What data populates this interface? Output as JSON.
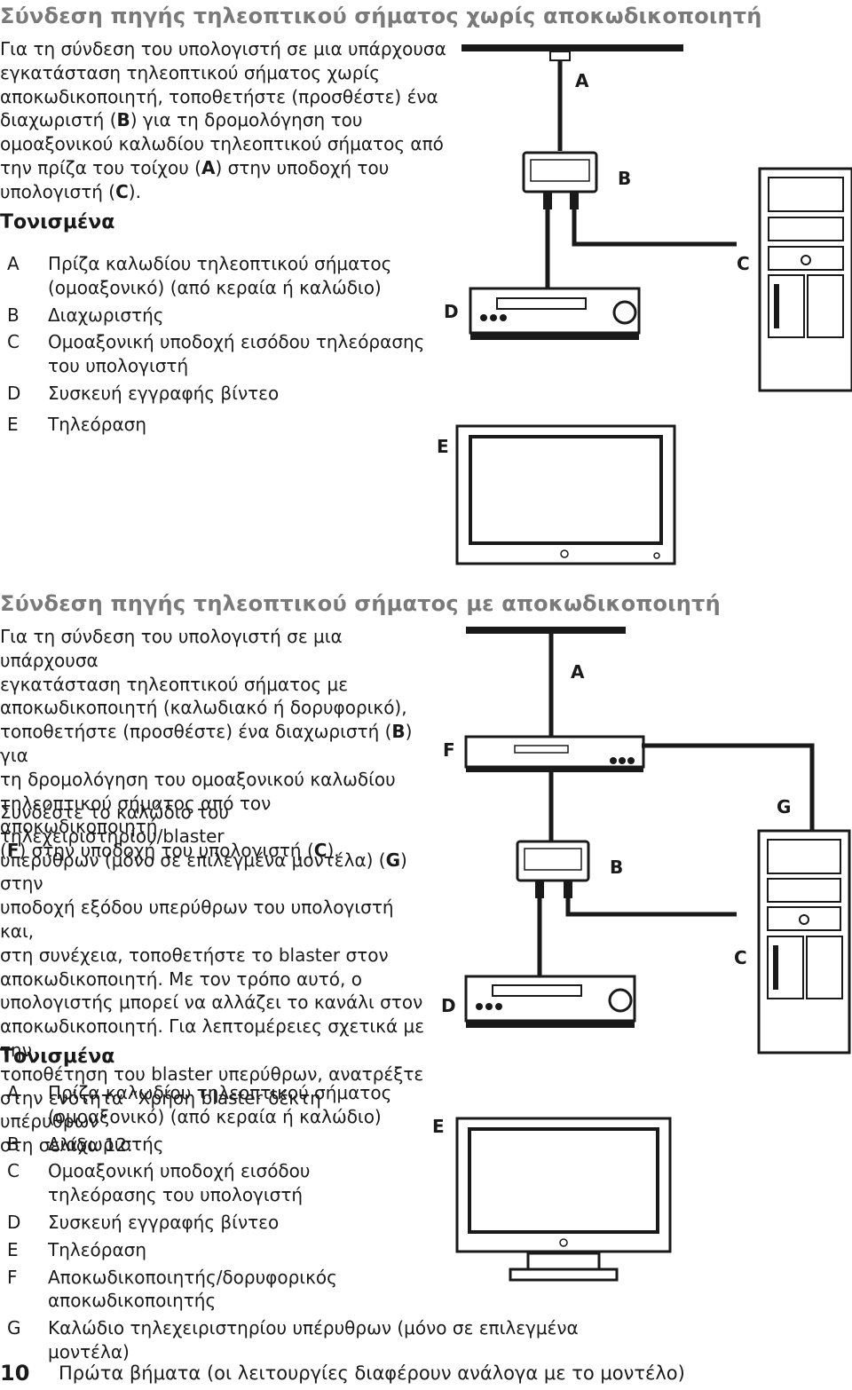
{
  "section1": {
    "title": "Σύνδεση πηγής τηλεοπτικού σήματος χωρίς αποκωδικοποιητή",
    "intro": [
      "Για τη σύνδεση του υπολογιστή σε μια υπάρχουσα",
      "εγκατάσταση τηλεοπτικού σήματος χωρίς",
      "αποκωδικοποιητή, τοποθετήστε (προσθέστε) ένα",
      "διαχωριστή (",
      "B",
      ") για τη δρομολόγηση του",
      "ομοαξονικού καλωδίου τηλεοπτικού σήματος από",
      "την πρίζα του τοίχου (",
      "A",
      ") στην υποδοχή του",
      "υπολογιστή (",
      "C",
      ")."
    ],
    "legend_title": "Τονισμένα",
    "legend": [
      {
        "letter": "A",
        "lines": [
          "Πρίζα καλωδίου τηλεοπτικού σήματος",
          "(ομοαξονικό) (από κεραία ή καλώδιο)"
        ]
      },
      {
        "letter": "B",
        "lines": [
          "Διαχωριστής"
        ]
      },
      {
        "letter": "C",
        "lines": [
          "Ομοαξονική υποδοχή εισόδου τηλεόρασης",
          "του υπολογιστή"
        ]
      },
      {
        "letter": "D",
        "lines": [
          "Συσκευή εγγραφής βίντεο"
        ]
      },
      {
        "letter": "E",
        "lines": [
          "Τηλεόραση"
        ]
      }
    ],
    "figure_labels": {
      "a": "A",
      "b": "B",
      "c": "C",
      "d": "D",
      "e": "E"
    }
  },
  "section2": {
    "title": "Σύνδεση πηγής τηλεοπτικού σήματος με αποκωδικοποιητή",
    "intro": [
      "Για τη σύνδεση του υπολογιστή σε μια υπάρχουσα",
      "εγκατάσταση τηλεοπτικού σήματος με",
      "αποκωδικοποιητή (καλωδιακό ή δορυφορικό),",
      "τοποθετήστε (προσθέστε) ένα διαχωριστή (",
      "B",
      ") για",
      "τη δρομολόγηση του ομοαξονικού καλωδίου",
      "τηλεοπτικού σήματος από τον αποκωδικοποιητή",
      "(",
      "F",
      ") στην υποδοχή του υπολογιστή (",
      "C",
      ")."
    ],
    "blaster_text": [
      "Συνδέστε το καλώδιο του τηλεχειριστηρίου/blaster",
      "υπερύθρων (μόνο σε επιλεγμένα μοντέλα) (",
      "G",
      ") στην",
      "υποδοχή εξόδου υπερύθρων του υπολογιστή και,",
      "στη συνέχεια, τοποθετήστε το blaster στον",
      "αποκωδικοποιητή. Με τον τρόπο αυτό, ο",
      "υπολογιστής μπορεί να αλλάζει το κανάλι στον",
      "αποκωδικοποιητή. Για λεπτομέρειες σχετικά με την",
      "τοποθέτηση του blaster υπερύθρων, ανατρέξτε",
      "στην ενότητα “Χρήση blaster δέκτη υπέρυθρων”",
      "στη σελίδα 12."
    ],
    "legend_title": "Τονισμένα",
    "legend": [
      {
        "letter": "A",
        "lines": [
          "Πρίζα καλωδίου τηλεοπτικού σήματος",
          "(ομοαξονικό) (από κεραία ή καλώδιο)"
        ]
      },
      {
        "letter": "B",
        "lines": [
          "Διαχωριστής"
        ]
      },
      {
        "letter": "C",
        "lines": [
          "Ομοαξονική υποδοχή εισόδου",
          "τηλεόρασης του υπολογιστή"
        ]
      },
      {
        "letter": "D",
        "lines": [
          "Συσκευή εγγραφής βίντεο"
        ]
      },
      {
        "letter": "E",
        "lines": [
          "Τηλεόραση"
        ]
      },
      {
        "letter": "F",
        "lines": [
          "Αποκωδικοποιητής/δορυφορικός",
          "αποκωδικοποιητής"
        ]
      },
      {
        "letter": "G",
        "lines": [
          "Καλώδιο τηλεχειριστηρίου υπέρυθρων (μόνο σε επιλεγμένα μοντέλα)"
        ]
      }
    ],
    "figure_labels": {
      "a": "A",
      "b": "B",
      "c": "C",
      "d": "D",
      "e": "E",
      "f": "F",
      "g": "G"
    }
  },
  "footer": {
    "page_number": "10",
    "text": "Πρώτα βήματα (οι λειτουργίες διαφέρουν ανάλογα με το μοντέλο)"
  },
  "icons": [
    "wall-outlet-icon",
    "splitter-icon",
    "computer-tower-icon",
    "vcr-icon",
    "tv-icon",
    "cable-box-icon"
  ]
}
